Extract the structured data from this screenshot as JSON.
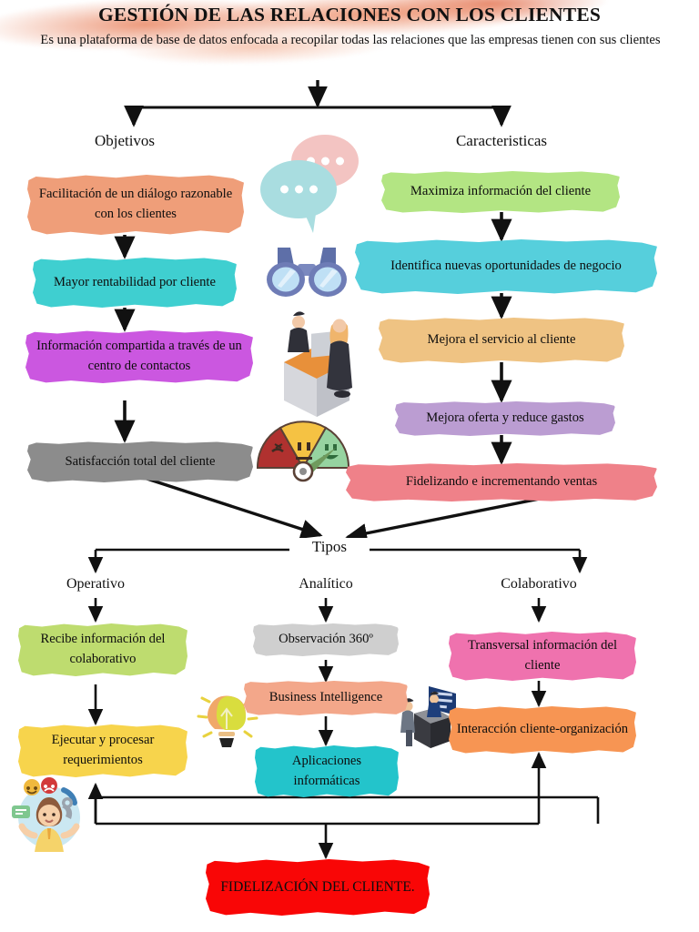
{
  "header": {
    "title": "GESTIÓN DE LAS RELACIONES CON LOS CLIENTES",
    "subtitle": "Es una plataforma de base de datos enfocada a recopilar todas las relaciones que las empresas tienen con sus clientes"
  },
  "branches": {
    "left_label": "Objetivos",
    "right_label": "Caracteristicas"
  },
  "objetivos": [
    {
      "text": "Facilitación de un diálogo razonable con los clientes",
      "color": "#ef9e79"
    },
    {
      "text": "Mayor rentabilidad por cliente",
      "color": "#3fcfd0"
    },
    {
      "text": "Información compartida a través de un centro de contactos",
      "color": "#cb57e0"
    },
    {
      "text": "Satisfacción total del cliente",
      "color": "#8c8c8c"
    }
  ],
  "caracteristicas": [
    {
      "text": "Maximiza información del cliente",
      "color": "#b3e583"
    },
    {
      "text": "Identifica nuevas oportunidades de negocio",
      "color": "#56cfdc"
    },
    {
      "text": "Mejora el servicio al cliente",
      "color": "#efc383"
    },
    {
      "text": "Mejora oferta y reduce gastos",
      "color": "#bb9dd2"
    },
    {
      "text": "Fidelizando e incrementando ventas",
      "color": "#ef8189"
    }
  ],
  "tipos": {
    "label": "Tipos",
    "columns": [
      {
        "name": "Operativo",
        "steps": [
          {
            "text": "Recibe información del colaborativo",
            "color": "#bedc6f"
          },
          {
            "text": "Ejecutar y procesar requerimientos",
            "color": "#f7d44c"
          }
        ]
      },
      {
        "name": "Analítico",
        "steps": [
          {
            "text": "Observación 360º",
            "color": "#cfcfcf"
          },
          {
            "text": "Business Intelligence",
            "color": "#f3a78a"
          },
          {
            "text": "Aplicaciones informáticas",
            "color": "#23c4cb"
          }
        ]
      },
      {
        "name": "Colaborativo",
        "steps": [
          {
            "text": "Transversal información del cliente",
            "color": "#ef72ae"
          },
          {
            "text": "Interacción cliente-organización",
            "color": "#f79553"
          }
        ]
      }
    ]
  },
  "conclusion": {
    "text": "FIDELIZACIÓN DEL CLIENTE.",
    "color": "#f90606"
  },
  "illustrations": [
    {
      "name": "speech-bubbles-icon"
    },
    {
      "name": "binoculars-icon"
    },
    {
      "name": "reception-desk-people-icon"
    },
    {
      "name": "satisfaction-gauge-icon"
    },
    {
      "name": "lightbulb-icon"
    },
    {
      "name": "info-desk-people-icon"
    },
    {
      "name": "customer-support-person-icon"
    }
  ],
  "colors": {
    "line": "#111111",
    "header_wash": "#e7785"
  }
}
